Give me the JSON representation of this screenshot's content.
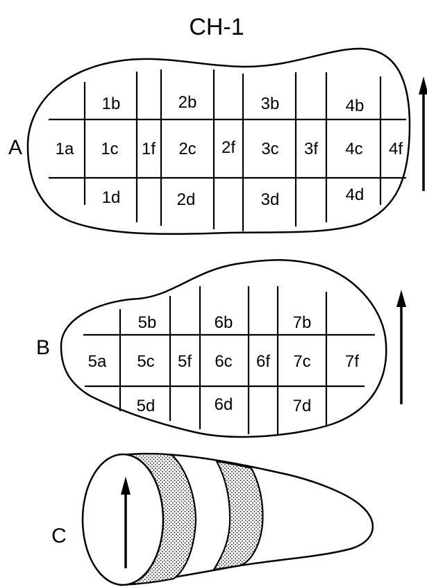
{
  "title": "CH-1",
  "panels": {
    "A": {
      "label": "A",
      "cells": [
        "1a",
        "1b",
        "1c",
        "1d",
        "1f",
        "2b",
        "2c",
        "2d",
        "2f",
        "3b",
        "3c",
        "3d",
        "3f",
        "4b",
        "4c",
        "4d",
        "4f"
      ]
    },
    "B": {
      "label": "B",
      "cells": [
        "5a",
        "5b",
        "5c",
        "5d",
        "5f",
        "6b",
        "6c",
        "6d",
        "6f",
        "7b",
        "7c",
        "7d",
        "7f"
      ]
    },
    "C": {
      "label": "C"
    }
  },
  "colors": {
    "ink": "#000000",
    "background": "#ffffff"
  }
}
